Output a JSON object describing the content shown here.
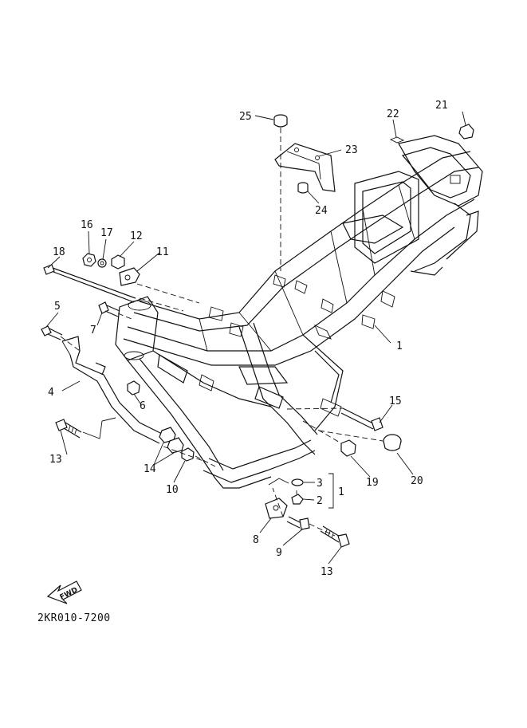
{
  "diagram": {
    "code": "2KR010-7200",
    "fwd_label": "FWD",
    "callouts": {
      "c1a": "1",
      "c1b": "1",
      "c2": "2",
      "c3": "3",
      "c4": "4",
      "c5": "5",
      "c6": "6",
      "c7": "7",
      "c8": "8",
      "c9": "9",
      "c10": "10",
      "c11": "11",
      "c12": "12",
      "c13a": "13",
      "c13b": "13",
      "c14": "14",
      "c15": "15",
      "c16": "16",
      "c17": "17",
      "c18": "18",
      "c19": "19",
      "c20": "20",
      "c21": "21",
      "c22": "22",
      "c23": "23",
      "c24": "24",
      "c25": "25"
    }
  }
}
